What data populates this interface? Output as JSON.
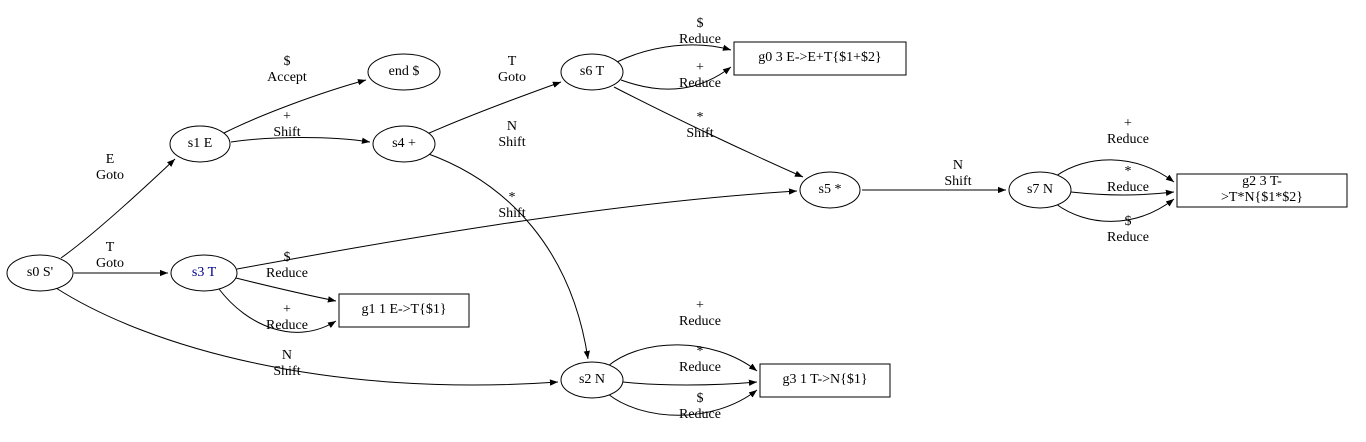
{
  "diagram_type": "lr-parser-state-graph",
  "colors": {
    "background": "#ffffff",
    "node_stroke": "#000000",
    "node_fill": "#ffffff",
    "edge_color": "#000000",
    "highlight_fill": "#87ceeb",
    "highlight_text": "#00008b"
  },
  "nodes": {
    "s0": {
      "label": "s0 S'"
    },
    "s1": {
      "label": "s1 E"
    },
    "s2": {
      "label": "s2 N"
    },
    "s3": {
      "label": "s3 T",
      "highlighted": true
    },
    "s4": {
      "label": "s4 +"
    },
    "s5": {
      "label": "s5 *"
    },
    "s6": {
      "label": "s6 T"
    },
    "s7": {
      "label": "s7 N"
    },
    "end": {
      "label": "end $"
    },
    "g0": {
      "label": "g0 3 E->E+T{$1+$2}"
    },
    "g1": {
      "label": "g1 1 E->T{$1}"
    },
    "g2": {
      "label": "g2 3 T->T*N{$1*$2}"
    },
    "g3": {
      "label": "g3 1 T->N{$1}"
    }
  },
  "edges": {
    "s0_s1": {
      "from": "s0",
      "to": "s1",
      "label": "E\nGoto"
    },
    "s0_s3": {
      "from": "s0",
      "to": "s3",
      "label": "T\nGoto"
    },
    "s0_s2": {
      "from": "s0",
      "to": "s2",
      "label": "N\nShift"
    },
    "s1_end": {
      "from": "s1",
      "to": "end",
      "label": "$\nAccept"
    },
    "s1_s4": {
      "from": "s1",
      "to": "s4",
      "label": "+\nShift"
    },
    "s4_s6": {
      "from": "s4",
      "to": "s6",
      "label": "T\nGoto"
    },
    "s4_s2": {
      "from": "s4",
      "to": "s2",
      "label": "N\nShift"
    },
    "s3_s5": {
      "from": "s3",
      "to": "s5",
      "label": "*\nShift"
    },
    "s3_g1_dollar": {
      "from": "s3",
      "to": "g1",
      "label": "$\nReduce"
    },
    "s3_g1_plus": {
      "from": "s3",
      "to": "g1",
      "label": "+\nReduce"
    },
    "s6_g0_dollar": {
      "from": "s6",
      "to": "g0",
      "label": "$\nReduce"
    },
    "s6_g0_plus": {
      "from": "s6",
      "to": "g0",
      "label": "+\nReduce"
    },
    "s6_s5": {
      "from": "s6",
      "to": "s5",
      "label": "*\nShift"
    },
    "s5_s7": {
      "from": "s5",
      "to": "s7",
      "label": "N\nShift"
    },
    "s7_g2_plus": {
      "from": "s7",
      "to": "g2",
      "label": "+\nReduce"
    },
    "s7_g2_star": {
      "from": "s7",
      "to": "g2",
      "label": "*\nReduce"
    },
    "s7_g2_dollar": {
      "from": "s7",
      "to": "g2",
      "label": "$\nReduce"
    },
    "s2_g3_plus": {
      "from": "s2",
      "to": "g3",
      "label": "+\nReduce"
    },
    "s2_g3_star": {
      "from": "s2",
      "to": "g3",
      "label": "*\nReduce"
    },
    "s2_g3_dollar": {
      "from": "s2",
      "to": "g3",
      "label": "$\nReduce"
    }
  }
}
